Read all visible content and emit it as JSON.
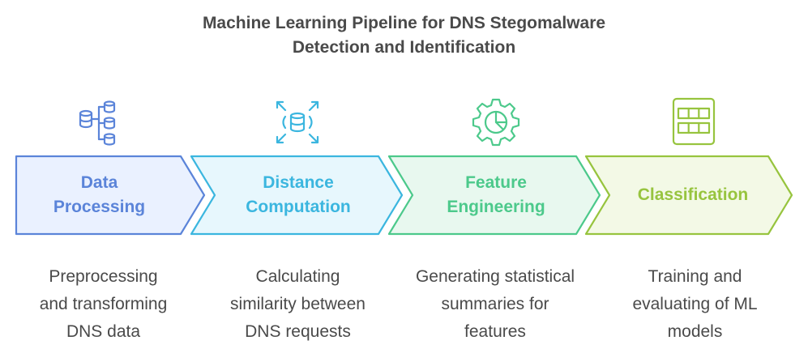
{
  "title": {
    "line1": "Machine Learning Pipeline for DNS Stegomalware",
    "line2": "Detection and Identification"
  },
  "colors": {
    "blue": "#5b84d9",
    "blue_fill": "#eaf1ff",
    "cyan": "#3bb6df",
    "cyan_fill": "#e7f7fd",
    "green": "#4cc98b",
    "green_fill": "#e8f8ef",
    "lime": "#97c43e",
    "lime_fill": "#f3f9e6",
    "text": "#4a4a4a"
  },
  "steps": [
    {
      "icon": "database-tree-icon",
      "label_line1": "Data",
      "label_line2": "Processing",
      "desc_line1": "Preprocessing",
      "desc_line2": "and transforming",
      "desc_line3": "DNS data"
    },
    {
      "icon": "database-expand-icon",
      "label_line1": "Distance",
      "label_line2": "Computation",
      "desc_line1": "Calculating",
      "desc_line2": "similarity between",
      "desc_line3": "DNS requests"
    },
    {
      "icon": "gear-chart-icon",
      "label_line1": "Feature",
      "label_line2": "Engineering",
      "desc_line1": "Generating statistical",
      "desc_line2": "summaries for",
      "desc_line3": "features"
    },
    {
      "icon": "table-grid-icon",
      "label_line1": "Classification",
      "label_line2": "",
      "desc_line1": "Training and",
      "desc_line2": "evaluating of ML",
      "desc_line3": "models"
    }
  ]
}
